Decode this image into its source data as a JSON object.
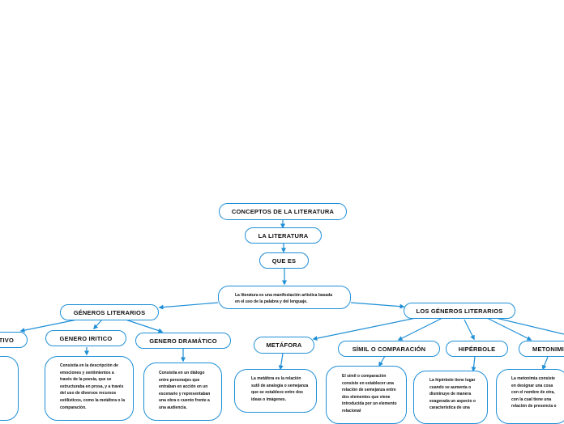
{
  "colors": {
    "accent": "#1f8fd6",
    "text": "#111111",
    "background": "#ffffff"
  },
  "nodes": {
    "conceptos": "CONCEPTOS DE LA LITERATURA",
    "literatura": "LA LITERATURA",
    "que_es": "QUE ES",
    "definicion": "La literatura es una manifestación artística basada en el uso de la palabra y del lenguaje.",
    "generos": "GÉNEROS LITERARIOS",
    "los_generos": "LOS GÉNEROS LITERARIOS",
    "narrativo": "NARRATIVO",
    "lirico": "GENERO IRITICO",
    "dramatico": "GENERO DRAMÁTICO",
    "metafora": "METÁFORA",
    "simil": "SÍMIL O COMPARACIÓN",
    "hiperbole": "HIPÉRBOLE",
    "metonimia": "METONIMIA"
  },
  "descriptions": {
    "lirico": "Consistía en la descripción de emociones y sentimientos a través de la poesía, que se estructuraba en prosa, y a través del uso de diversos recursos estilísticos, como la metáfora o la comparación.",
    "dramatico": "Consistía en un diálogo entre personajes que entraban en acción en un escenario y representaban una obra o cuento frente a una audiencia.",
    "metafora": "La metáfora es la relación sutil de analogía o semejanza que se establece entre dos ideas o imágenes.",
    "simil": "El símil o comparación consiste en establecer una relación de semejanza entre dos elementos que viene introducida por un elemento relacional",
    "hiperbole": "La hipérbole tiene lugar cuando se aumenta o disminuye de manera exagerada un aspecto o característica de una",
    "metonimia": "La metonimia consiste en designar una cosa con el nombre de otra, con la cual tiene una relación de presencia o"
  }
}
